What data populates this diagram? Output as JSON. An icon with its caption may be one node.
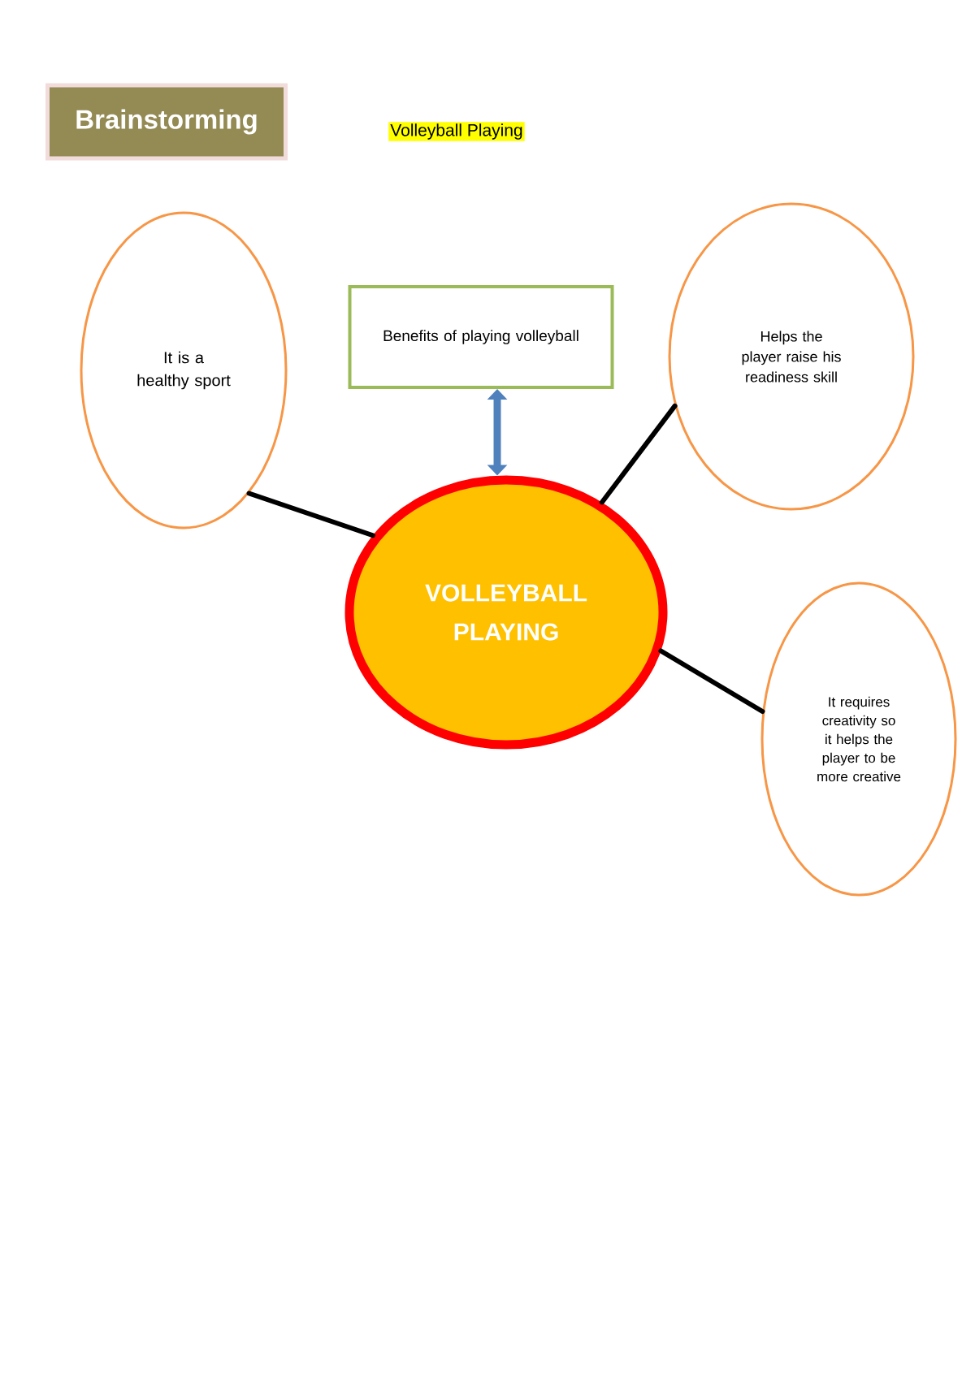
{
  "diagram": {
    "title": "Volleyball Playing",
    "nodes": [
      {
        "text": [
          "Brainstorming"
        ]
      },
      {
        "text": [
          "It is a healthy sport"
        ]
      },
      {
        "text": [
          "Benefits of playing volleyball"
        ]
      },
      {
        "text": [
          "Helps the player raise his readiness skill"
        ]
      },
      {
        "text": [
          "VOLLEYBALL PLAYING"
        ]
      },
      {
        "text": [
          "It requires creativity so it helps the player to be more creative"
        ]
      }
    ],
    "edges": [
      {
        "from": 1,
        "to": 4,
        "arrow": "none"
      },
      {
        "from": 2,
        "to": 4,
        "arrow": "both",
        "color": "#4f81bd"
      },
      {
        "from": 4,
        "to": 3,
        "arrow": "none"
      },
      {
        "from": 4,
        "to": 5,
        "arrow": "none"
      }
    ]
  }
}
